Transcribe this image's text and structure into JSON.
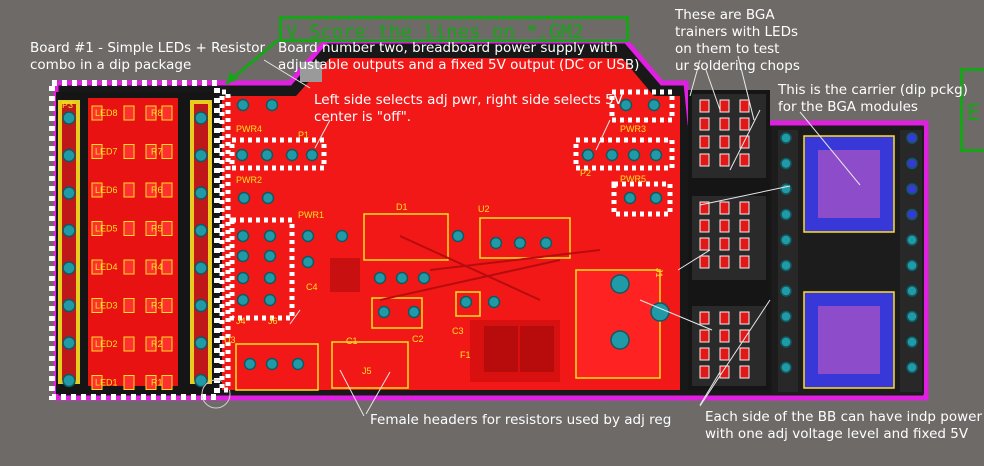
{
  "annotations": {
    "board1": "Board #1 - Simple LEDs + Resistor\ncombo in a dip package",
    "board2": "Board number two, breadboard power supply with\nadjustable outputs and a fixed 5V output (DC or USB)",
    "bga_trainers": "These are BGA\ntrainers with LEDs\non them to test\nur soldering chops",
    "selector": "Left side selects adj pwr, right side selects 5V\ncenter is \"off\".",
    "carrier": "This is the carrier (dip pckg)\nfor the BGA modules",
    "female_headers": "Female headers for resistors used by adj reg",
    "each_side": "Each side of the BB can have indp power\nwith one adj voltage level and fixed 5V"
  },
  "banner": "V Score the lines on *.GM2",
  "edge_banner": "E",
  "silkscreen": {
    "p3": "P3",
    "leds": [
      "LED8",
      "LED7",
      "LED6",
      "LED5",
      "LED4",
      "LED3",
      "LED2",
      "LED1"
    ],
    "resistors": [
      "R8",
      "R7",
      "R6",
      "R5",
      "R4",
      "R3",
      "R2",
      "R1"
    ],
    "pwr4": "PWR4",
    "p1": "P1",
    "pwr2": "PWR2",
    "pwr1": "PWR1",
    "d1": "D1",
    "u2": "U2",
    "pwr3": "PWR3",
    "p2": "P2",
    "pwr5": "PWR5",
    "c4": "C4",
    "j4": "J4",
    "j6": "J6",
    "u3": "U3",
    "c1": "C1",
    "j5": "J5",
    "c2": "C2",
    "c3": "C3",
    "f1": "F1",
    "j1": "J1"
  },
  "colors": {
    "background": "#6d6a68",
    "copper": "#ff1010",
    "pad": "#1f9aa6",
    "silk": "#ffe020",
    "keepout": "#e020e0",
    "annotation": "#16a516",
    "bga": "#3838d8"
  }
}
